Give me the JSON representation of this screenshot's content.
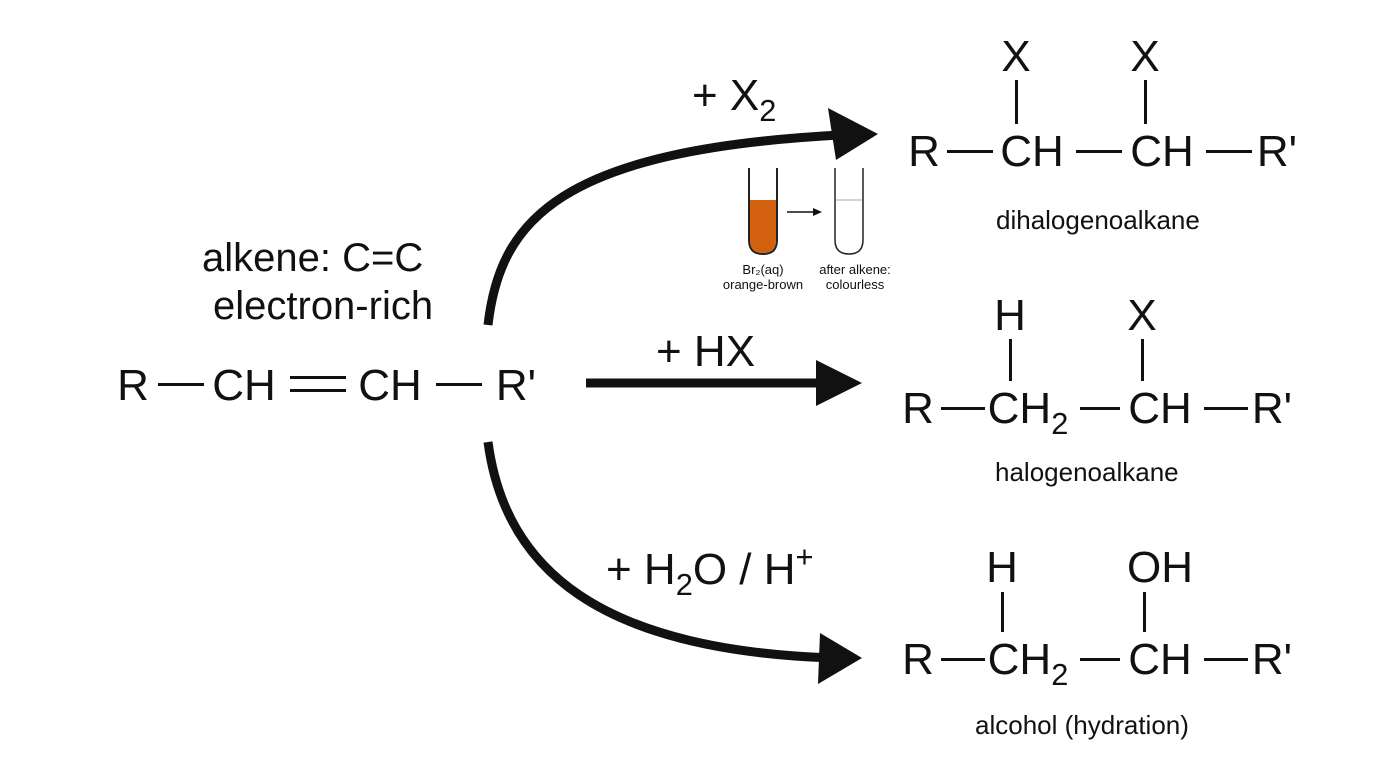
{
  "alkene": {
    "label_line1": "alkene: C=C",
    "label_line2": "electron-rich",
    "formula": {
      "r": "R",
      "ch_left": "CH",
      "ch_right": "CH",
      "r_prime": "R'"
    }
  },
  "reactions": [
    {
      "reagent": {
        "prefix": "+ X",
        "sub": "2",
        "sup": "",
        "tail": ""
      },
      "product": {
        "top_left": "X",
        "top_right": "X",
        "r": "R",
        "c1": "CH",
        "c1_sub": "",
        "c2": "CH",
        "r_prime": "R'",
        "name": "dihalogenoalkane"
      }
    },
    {
      "reagent": {
        "prefix": "+ HX",
        "sub": "",
        "sup": "",
        "tail": ""
      },
      "product": {
        "top_left": "H",
        "top_right": "X",
        "r": "R",
        "c1": "CH",
        "c1_sub": "2",
        "c2": "CH",
        "r_prime": "R'",
        "name": "halogenoalkane"
      }
    },
    {
      "reagent": {
        "prefix": "+ H",
        "sub": "2",
        "mid": "O / H",
        "sup": "+"
      },
      "product": {
        "top_left": "H",
        "top_right": "OH",
        "r": "R",
        "c1": "CH",
        "c1_sub": "2",
        "c2": "CH",
        "r_prime": "R'",
        "name": "alcohol (hydration)"
      }
    }
  ],
  "bromine_test": {
    "before_line1": "Br₂(aq)",
    "before_line2": "orange-brown",
    "after_line1": "after alkene:",
    "after_line2": "colourless",
    "before_color": "#d2600f",
    "after_color": "#ffffff"
  }
}
